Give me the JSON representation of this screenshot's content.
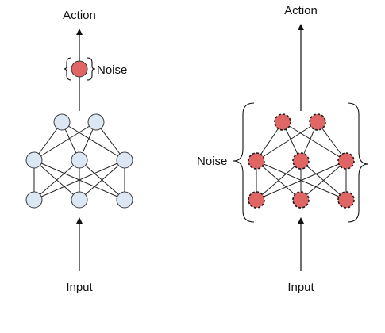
{
  "left_diagram": {
    "top_label": "Action",
    "noise_label": "Noise",
    "bottom_label": "Input",
    "node_fill": "#dbe8f4",
    "node_stroke": "#3a3a3a",
    "noise_fill": "#e06666"
  },
  "right_diagram": {
    "top_label": "Action",
    "noise_label": "Noise",
    "bottom_label": "Input",
    "node_fill": "#e06666",
    "node_stroke": "#1a1a1a",
    "node_border_style": "dashed"
  }
}
